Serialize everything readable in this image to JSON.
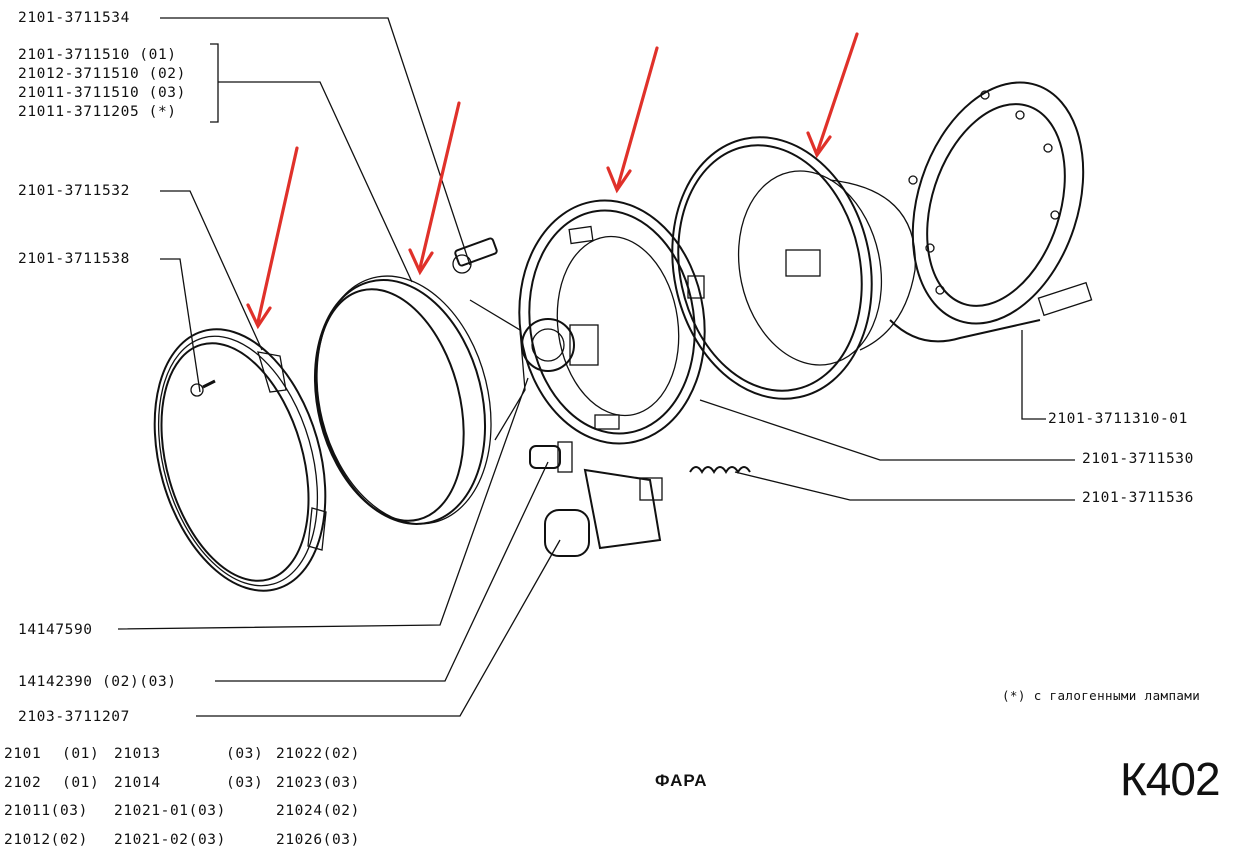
{
  "labels": {
    "bolt": "2101-3711534",
    "optic_01": "2101-3711510 (01)",
    "optic_02": "21012-3711510 (02)",
    "optic_03": "21011-3711510 (03)",
    "optic_halogen": "21011-3711205 (*)",
    "rim": "2101-3711532",
    "screw": "2101-3711538",
    "housing": "2101-3711310-01",
    "inner_rim": "2101-3711530",
    "spring": "2101-3711536",
    "bulb_parking": "14147590",
    "bulb_main": "14142390 (02)(03)",
    "bulb_halogen": "2103-3711207"
  },
  "note": "(*) с галогенными лампами",
  "models": [
    [
      "2101",
      "(01)",
      "21013",
      "(03)",
      "21022(02)"
    ],
    [
      "2102",
      "(01)",
      "21014",
      "(03)",
      "21023(03)"
    ],
    [
      "21011(03)",
      "",
      "21021-01(03)",
      "",
      "21024(02)"
    ],
    [
      "21012(02)",
      "",
      "21021-02(03)",
      "",
      "21026(03)"
    ]
  ],
  "title": "ФАРА",
  "code": "К402",
  "colors": {
    "line": "#111111",
    "arrow": "#e0312a"
  }
}
